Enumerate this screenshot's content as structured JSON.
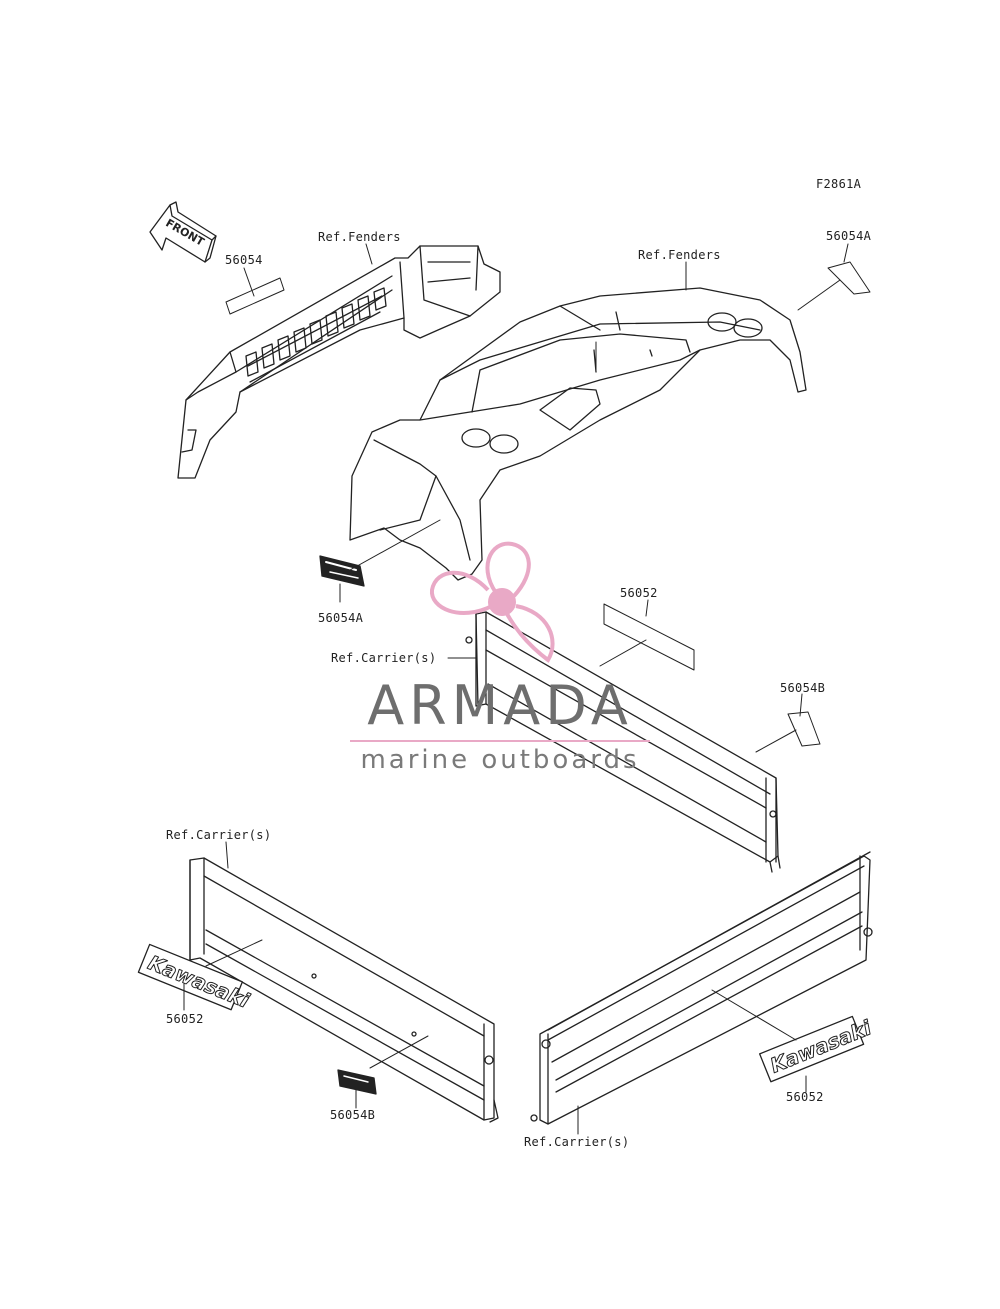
{
  "diagram_id": "F2861A",
  "front_arrow": "FRONT",
  "labels": {
    "ref_fenders_front": "Ref.Fenders",
    "ref_fenders_rear": "Ref.Fenders",
    "part_56054": "56054",
    "part_56054a_top": "56054A",
    "part_56054a_left": "56054A",
    "part_56052_mid": "56052",
    "ref_carrier_mid": "Ref.Carrier(s)",
    "part_56054b_right": "56054B",
    "ref_carrier_left": "Ref.Carrier(s)",
    "part_56052_left": "56052",
    "part_56054b_bottom": "56054B",
    "part_56052_right": "56052",
    "ref_carrier_bottom": "Ref.Carrier(s)"
  },
  "decals": {
    "kawasaki_left": "Kawasaki",
    "kawasaki_right": "Kawasaki"
  },
  "watermark": {
    "title": "ARMADA",
    "subtitle": "marine outboards",
    "accent_color": "#e9a9c6",
    "text_color": "#6e6e6e"
  }
}
